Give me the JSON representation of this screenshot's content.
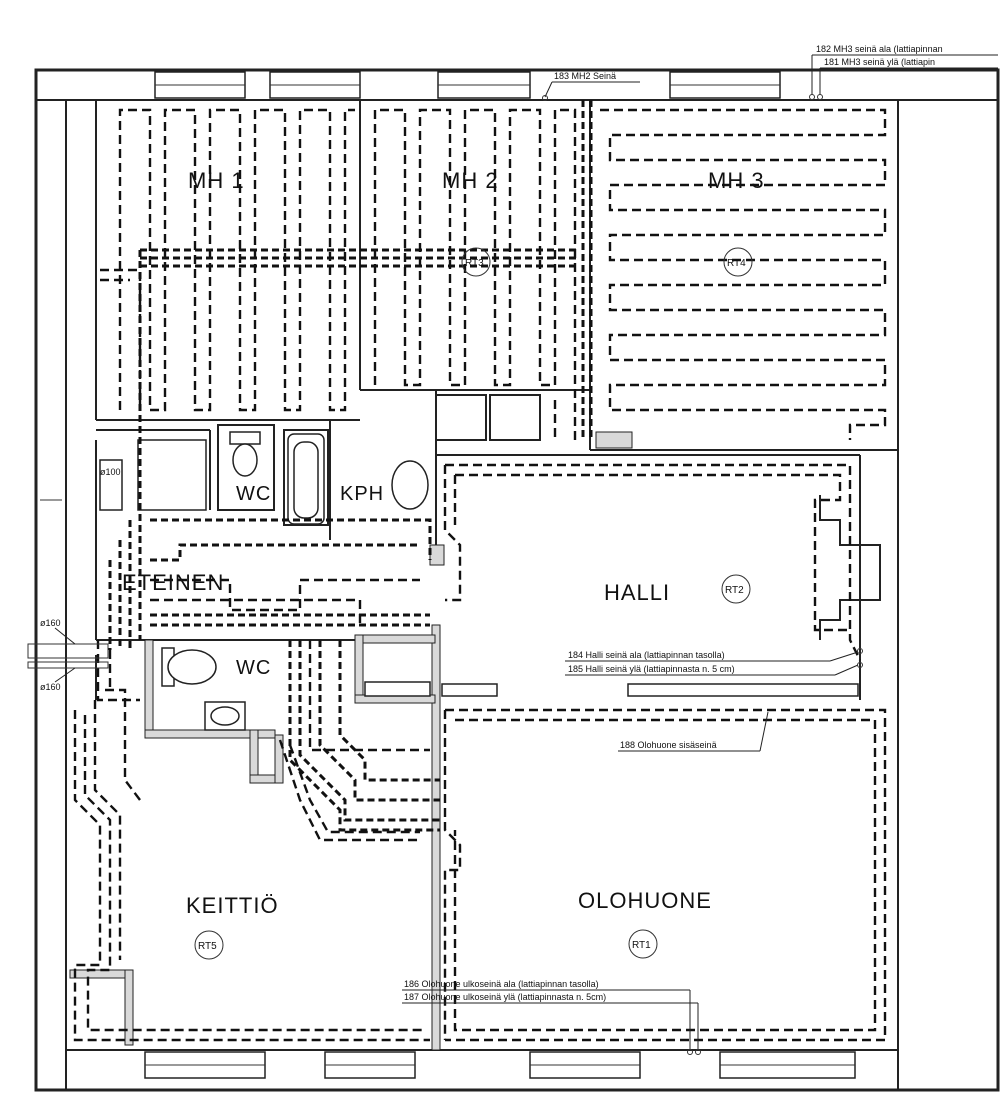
{
  "rooms": {
    "mh1": "MH 1",
    "mh2": "MH 2",
    "mh3": "MH 3",
    "wc_upper": "WC",
    "kph": "KPH",
    "eteinen": "ETEINEN",
    "halli": "HALLI",
    "wc_lower": "WC",
    "keittio": "KEITTIÖ",
    "olohuone": "OLOHUONE"
  },
  "thermostats": {
    "rt1": "RT1",
    "rt2": "RT2",
    "rt3": "RT3",
    "rt4": "RT4",
    "rt5": "RT5"
  },
  "notes": {
    "n181": "181 MH3 seinä ylä (lattiapin",
    "n182": "182 MH3 seinä ala (lattiapinnan",
    "n183": "183 MH2 Seinä",
    "n184": "184 Halli seinä ala (lattiapinnan tasolla)",
    "n185": "185 Halli seinä ylä (lattiapinnasta n. 5 cm)",
    "n186": "186 Olohuone ulkoseinä ala (lattiapinnan tasolla)",
    "n187": "187 Olohuone ulkoseinä ylä (lattiapinnasta n. 5cm)",
    "n188": "188 Olohuone sisäseinä",
    "d160a": "ø160",
    "d160b": "ø160",
    "d100": "ø100"
  }
}
